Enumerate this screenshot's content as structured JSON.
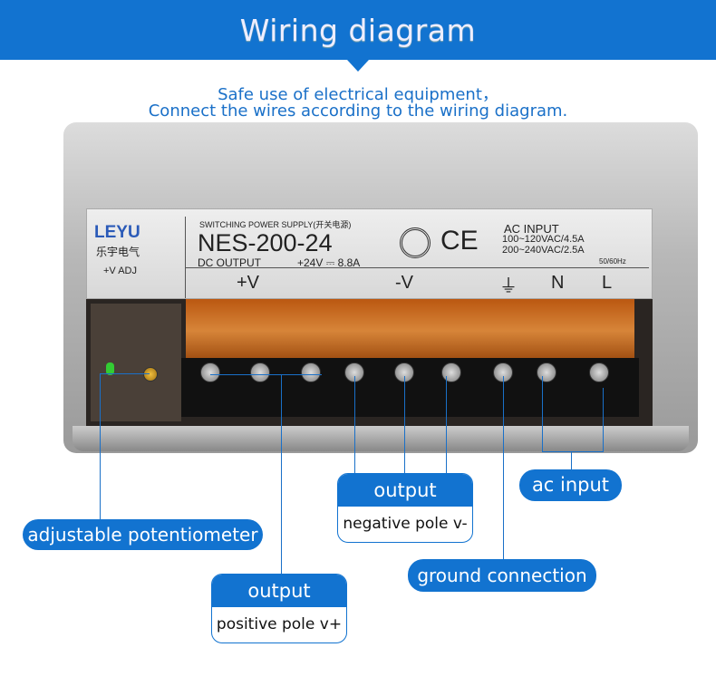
{
  "header": {
    "title": "Wiring diagram"
  },
  "subtitle": {
    "line1": "Safe use of electrical equipment，",
    "line2": "Connect the wires according to the wiring diagram."
  },
  "device": {
    "brand": "LEYU",
    "brand_cn": "乐宇电气",
    "adj": "+V ADJ",
    "type": "SWITCHING POWER SUPPLY(开关电源)",
    "model": "NES-200-24",
    "dc_output": "DC OUTPUT",
    "dc_spec": "+24V ⎓ 8.8A",
    "ac_input": "AC INPUT",
    "ac1": "100~120VAC/4.5A",
    "ac2": "200~240VAC/2.5A",
    "freq": "50/60Hz",
    "cert": "CE",
    "terminals": [
      "+V",
      "-V",
      "⏚",
      "N",
      "L"
    ]
  },
  "callouts": {
    "potentiometer": "adjustable potentiometer",
    "pos_title": "output",
    "pos_desc": "positive pole v+",
    "neg_title": "output",
    "neg_desc": "negative pole v-",
    "ground": "ground connection",
    "ac": "ac input"
  }
}
